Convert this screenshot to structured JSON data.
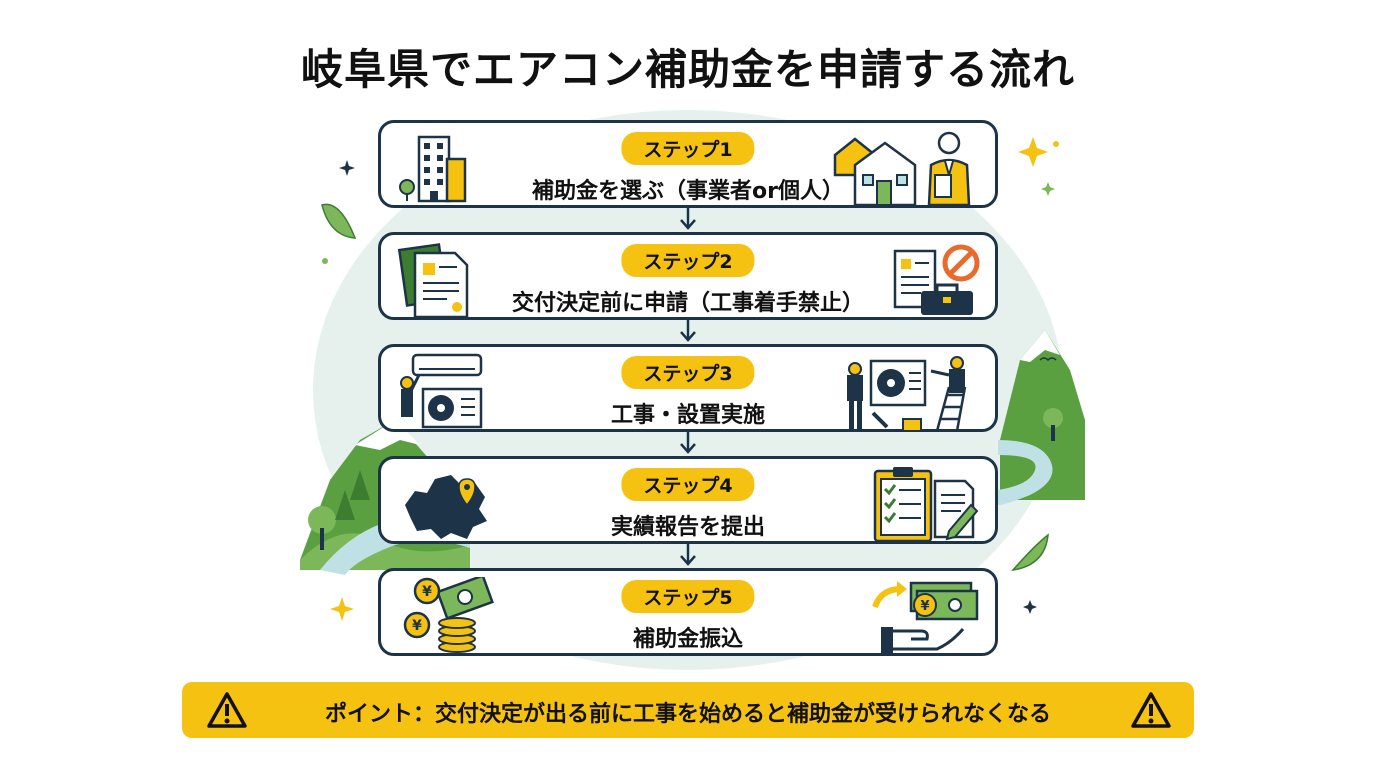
{
  "title": "岐阜県でエアコン補助金を申請する流れ",
  "steps": [
    {
      "label": "ステップ1",
      "text": "補助金を選ぶ（事業者or個人）"
    },
    {
      "label": "ステップ2",
      "text": "交付決定前に申請（工事着手禁止）"
    },
    {
      "label": "ステップ3",
      "text": "工事・設置実施"
    },
    {
      "label": "ステップ4",
      "text": "実績報告を提出"
    },
    {
      "label": "ステップ5",
      "text": "補助金振込"
    }
  ],
  "notice": {
    "text": "ポイント：交付決定が出る前に工事を始めると補助金が受けられなくなる"
  },
  "icons": {
    "step1_left": "office-building-icon",
    "step1_right": "house-and-consultant-icon",
    "step2_left": "documents-icon",
    "step2_right": "no-construction-toolbox-icon",
    "step3_left": "air-conditioner-install-icon",
    "step3_right": "outdoor-unit-workers-icon",
    "step4_left": "gifu-map-pin-icon",
    "step4_right": "checklist-report-icon",
    "step5_left": "yen-coins-icon",
    "step5_right": "money-transfer-hand-icon",
    "warning": "warning-icon",
    "yen_glyph": "¥"
  },
  "colors": {
    "accent": "#f5c211",
    "border": "#1d3347",
    "green": "#5aa040",
    "river": "#bfe1e6"
  }
}
